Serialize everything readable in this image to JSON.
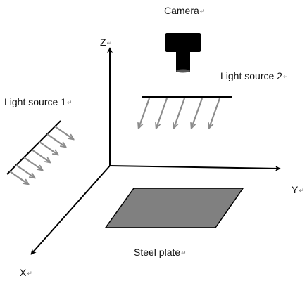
{
  "labels": {
    "camera": "Camera",
    "z_axis": "Z",
    "y_axis": "Y",
    "x_axis": "X",
    "light_source_1": "Light source 1",
    "light_source_2": "Light source 2",
    "steel_plate": "Steel plate"
  },
  "paragraph_mark": "↵",
  "colors": {
    "axis": "#000000",
    "arrow": "#8c8c8c",
    "plate_fill": "#808080",
    "camera": "#000000"
  }
}
